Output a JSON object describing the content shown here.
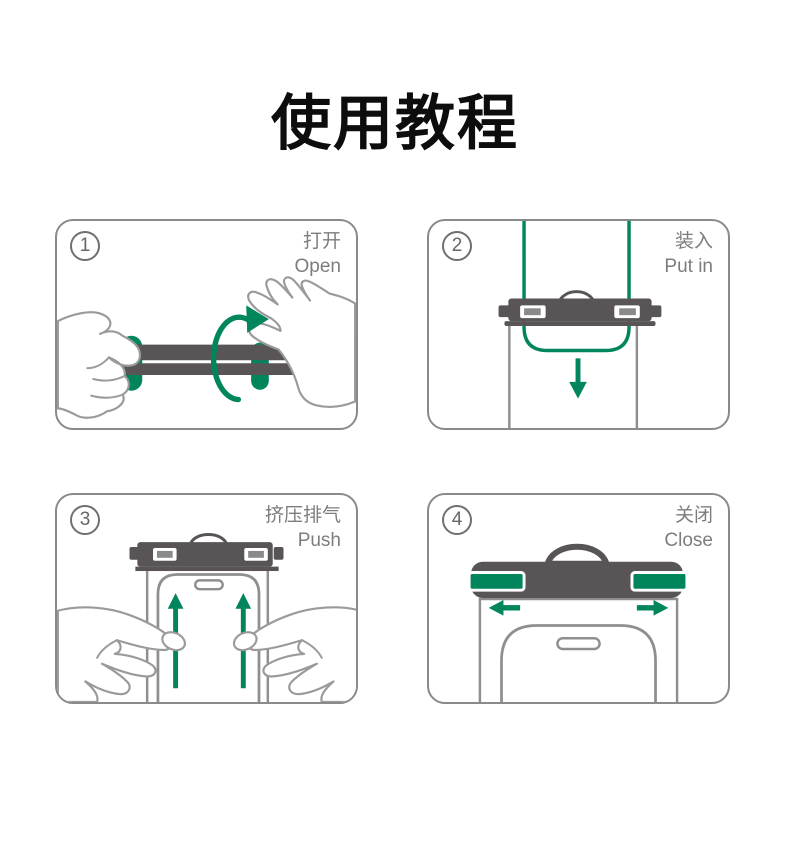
{
  "page": {
    "title": "使用教程"
  },
  "colors": {
    "accent_green": "#00855C",
    "clamp_dark_gray": "#595556",
    "outline_gray": "#8f8f8f",
    "label_gray": "#7d7d7d",
    "title_black": "#0d0d0d"
  },
  "steps": [
    {
      "number": "1",
      "label_zh": "打开",
      "label_en": "Open",
      "illustration": "two-hands-twist-open-pouch-clamp"
    },
    {
      "number": "2",
      "label_zh": "装入",
      "label_en": "Put in",
      "illustration": "phone-inserted-down-into-pouch"
    },
    {
      "number": "3",
      "label_zh": "挤压排气",
      "label_en": "Push",
      "illustration": "hands-squeeze-air-upward-out-of-pouch"
    },
    {
      "number": "4",
      "label_zh": "关闭",
      "label_en": "Close",
      "illustration": "slide-green-buckles-outward-to-close"
    }
  ]
}
